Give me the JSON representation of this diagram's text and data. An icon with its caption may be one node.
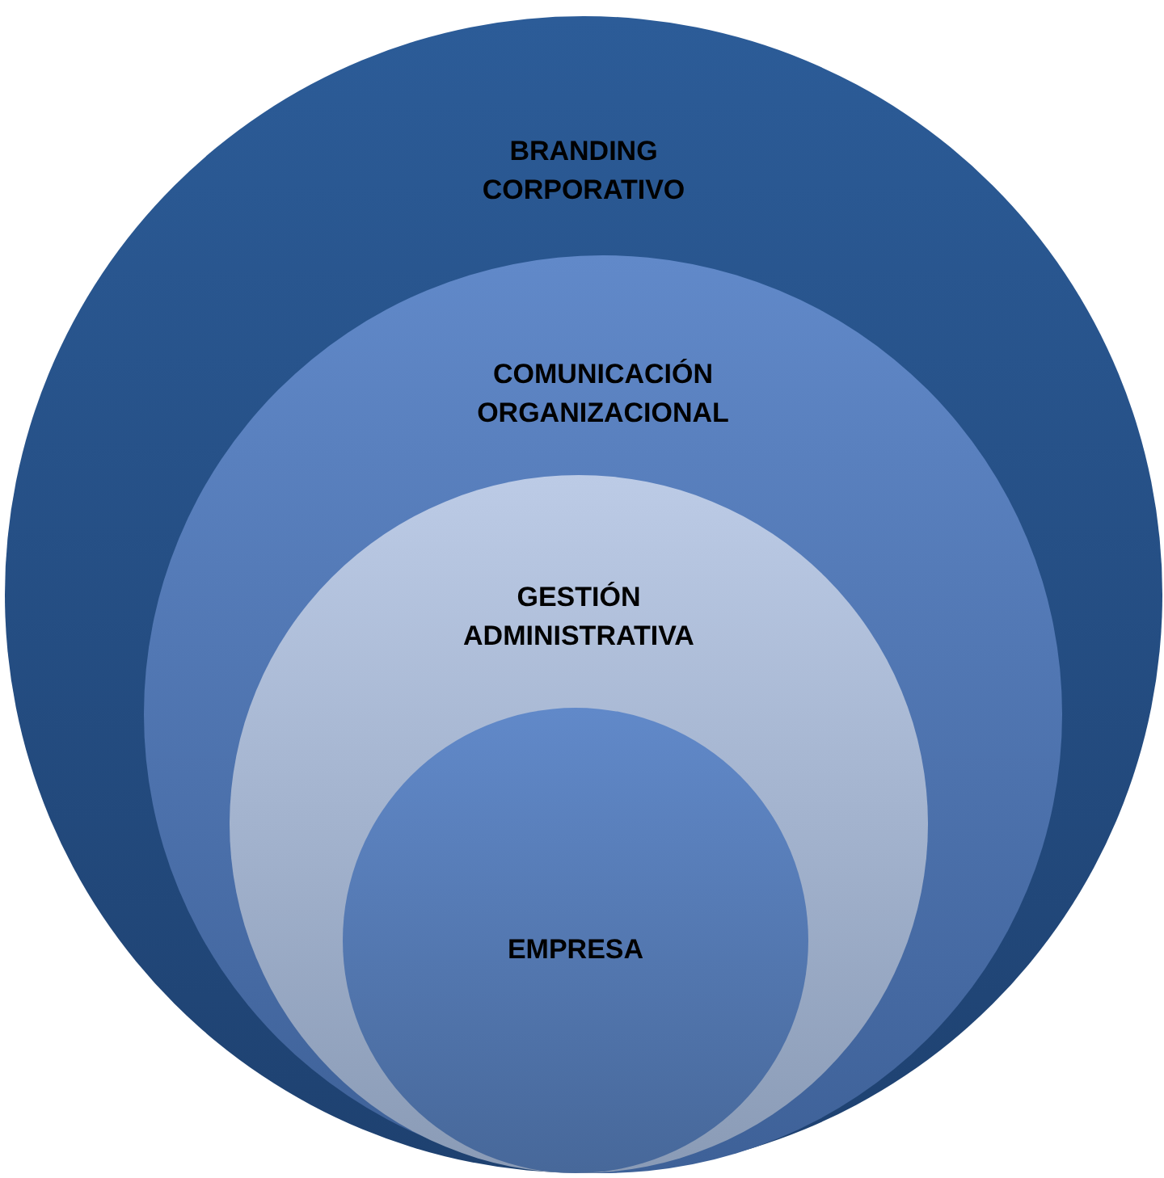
{
  "diagram": {
    "nodes": [
      {
        "text": [
          "BRANDING CORPORATIVO"
        ]
      },
      {
        "text": [
          "COMUNICACIÓN ORGANIZACIONAL"
        ],
        "in": 0
      },
      {
        "text": [
          "GESTIÓN ADMINISTRATIVA"
        ],
        "in": 1
      },
      {
        "text": [
          "EMPRESA"
        ],
        "in": 2
      }
    ]
  }
}
